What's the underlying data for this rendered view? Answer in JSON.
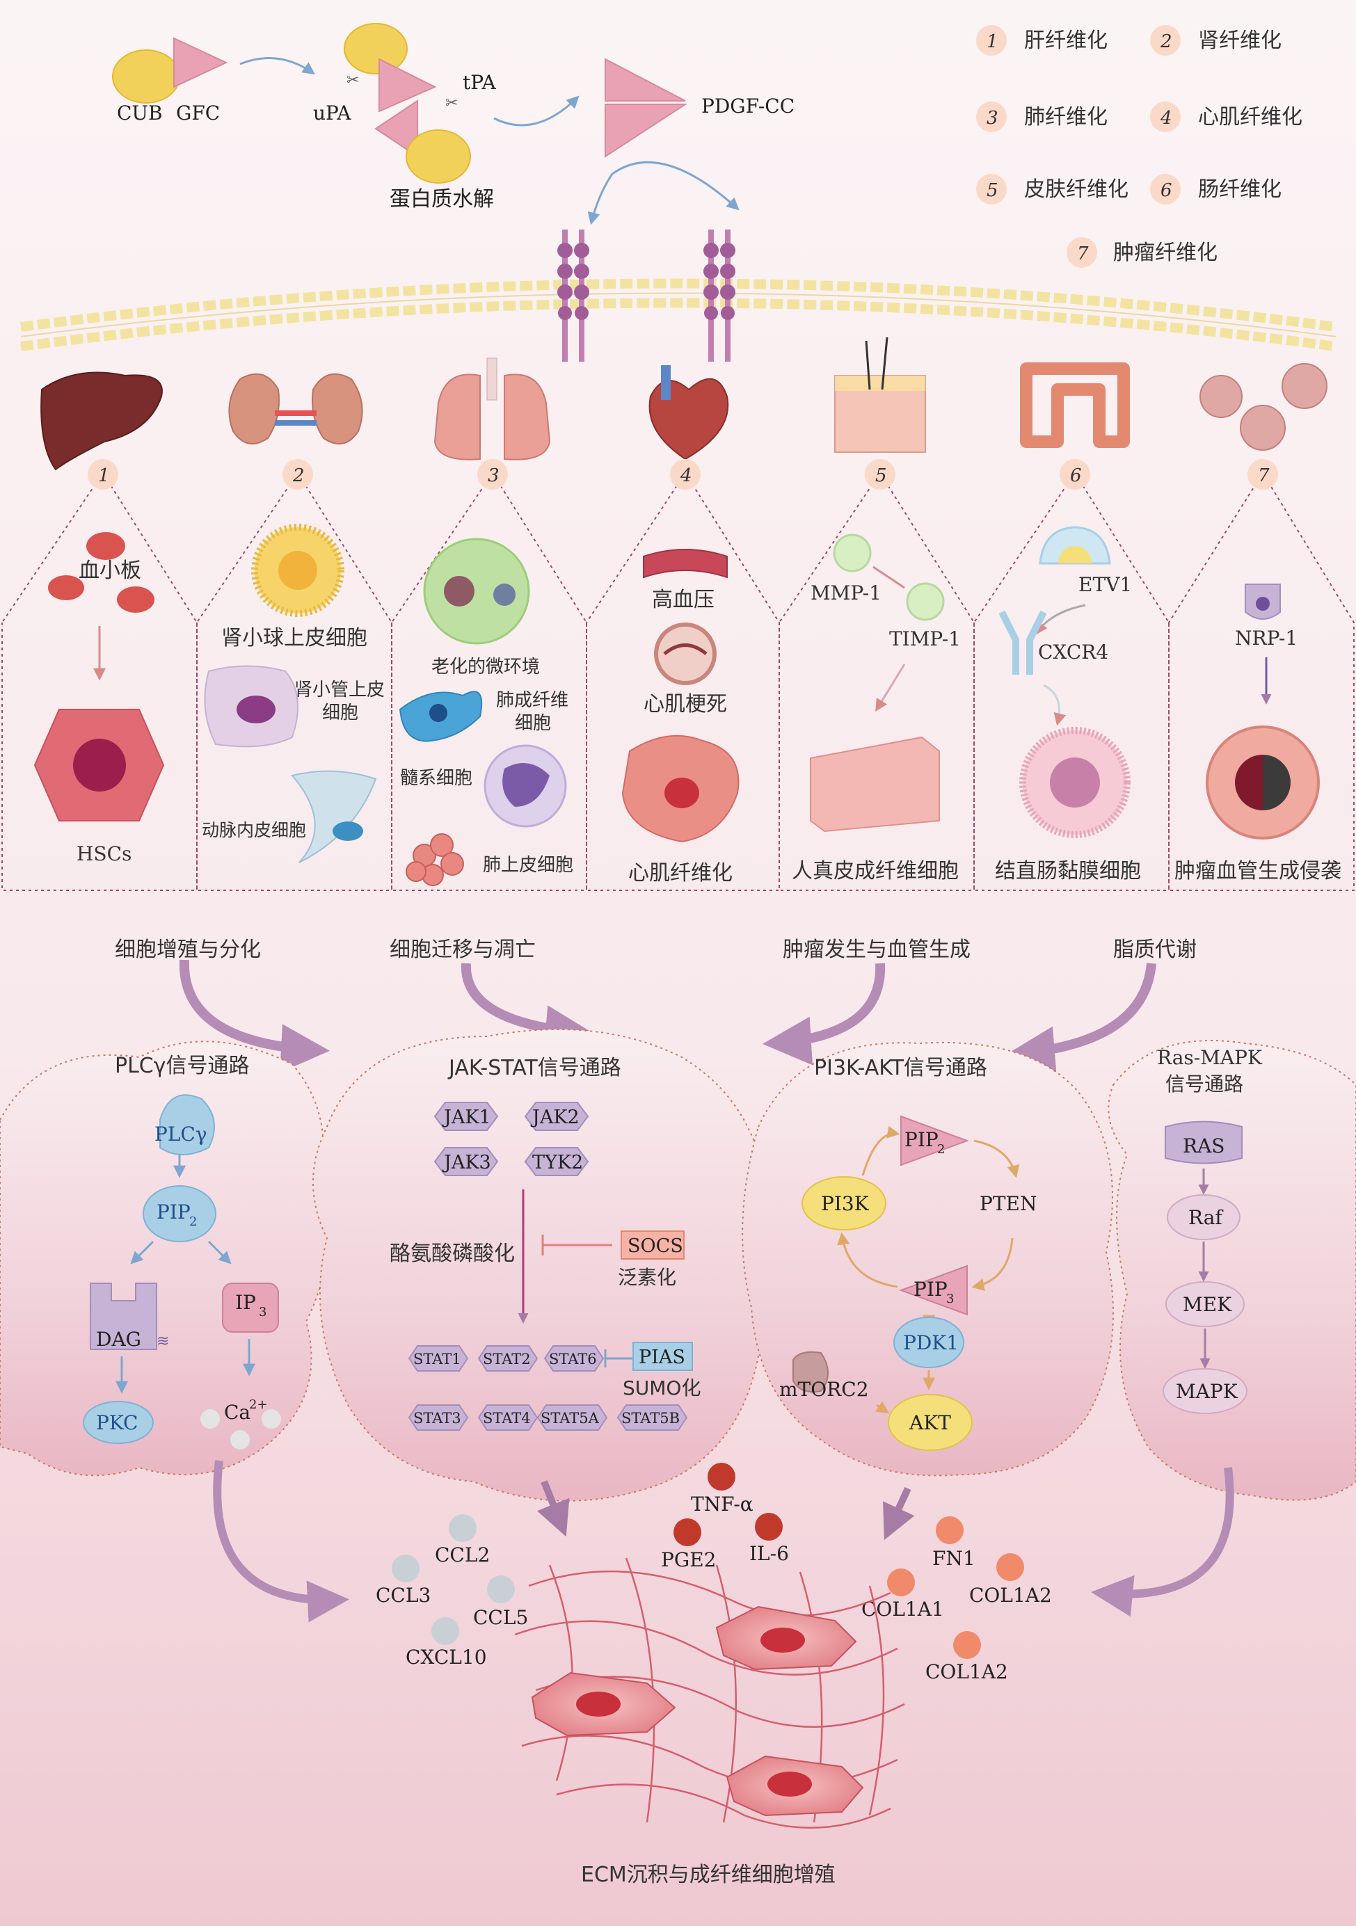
{
  "top": {
    "cub": "CUB",
    "gfc": "GFC",
    "upa": "uPA",
    "tpa": "tPA",
    "pdgf_cc": "PDGF-CC",
    "proteolysis": "蛋白质水解"
  },
  "legend": [
    {
      "num": "1",
      "label": "肝纤维化"
    },
    {
      "num": "2",
      "label": "肾纤维化"
    },
    {
      "num": "3",
      "label": "肺纤维化"
    },
    {
      "num": "4",
      "label": "心肌纤维化"
    },
    {
      "num": "5",
      "label": "皮肤纤维化"
    },
    {
      "num": "6",
      "label": "肠纤维化"
    },
    {
      "num": "7",
      "label": "肿瘤纤维化"
    }
  ],
  "organs": {
    "liver": {
      "num": "1",
      "platelet": "血小板",
      "hscs": "HSCs"
    },
    "kidney": {
      "num": "2",
      "podocyte": "肾小球上皮细胞",
      "tubular_l1": "肾小管上皮",
      "tubular_l2": "细胞",
      "endothelial": "动脉内皮细胞"
    },
    "lung": {
      "num": "3",
      "aging": "老化的微环境",
      "fibro_l1": "肺成纤维",
      "fibro_l2": "细胞",
      "myeloid": "髓系细胞",
      "epithelial": "肺上皮细胞"
    },
    "heart": {
      "num": "4",
      "hypertension": "高血压",
      "infarction": "心肌梗死",
      "fibrosis": "心肌纤维化"
    },
    "skin": {
      "num": "5",
      "mmp1": "MMP-1",
      "timp1": "TIMP-1",
      "fibroblast": "人真皮成纤维细胞"
    },
    "gut": {
      "num": "6",
      "etv1": "ETV1",
      "cxcr4": "CXCR4",
      "mucosa": "结直肠黏膜细胞"
    },
    "tumor": {
      "num": "7",
      "nrp1": "NRP-1",
      "invasion": "肿瘤血管生成侵袭"
    }
  },
  "processes": {
    "proliferation": "细胞增殖与分化",
    "migration": "细胞迁移与凋亡",
    "tumorigenesis": "肿瘤发生与血管生成",
    "lipid": "脂质代谢"
  },
  "plcg": {
    "title": "PLCγ信号通路",
    "plcg": "PLCγ",
    "pip2": "PIP",
    "pip2_sub": "2",
    "ip3": "IP",
    "ip3_sub": "3",
    "dag": "DAG",
    "pkc": "PKC",
    "ca": "Ca",
    "ca_sup": "2+"
  },
  "jak": {
    "title": "JAK-STAT信号通路",
    "jaks": [
      "JAK1",
      "JAK2",
      "JAK3",
      "TYK2"
    ],
    "tyr": "酪氨酸磷酸化",
    "socs": "SOCS",
    "ubiq": "泛素化",
    "pias": "PIAS",
    "sumo": "SUMO化",
    "stats": [
      "STAT1",
      "STAT2",
      "STAT6",
      "STAT3",
      "STAT4",
      "STAT5A",
      "STAT5B"
    ]
  },
  "pi3k": {
    "title": "PI3K-AKT信号通路",
    "pip2": "PIP",
    "pip2_sub": "2",
    "pi3k": "PI3K",
    "pten": "PTEN",
    "pip3": "PIP",
    "pip3_sub": "3",
    "pdk1": "PDK1",
    "mtorc2": "mTORC2",
    "akt": "AKT"
  },
  "ras": {
    "title_l1": "Ras-MAPK",
    "title_l2": "信号通路",
    "items": [
      "RAS",
      "Raf",
      "MEK",
      "MAPK"
    ]
  },
  "bottom": {
    "ccl2": "CCL2",
    "ccl3": "CCL3",
    "ccl5": "CCL5",
    "cxcl10": "CXCL10",
    "tnfa": "TNF-α",
    "pge2": "PGE2",
    "il6": "IL-6",
    "fn1": "FN1",
    "col1a1": "COL1A1",
    "col1a2_a": "COL1A2",
    "col1a2_b": "COL1A2",
    "caption": "ECM沉积与成纤维细胞增殖"
  },
  "colors": {
    "background_top": "#fbf3f4",
    "background_bottom": "#eec7d0",
    "arrow_blue": "#7ea6cf",
    "arrow_purple": "#a67ba5",
    "purple_box": "#c7b3d6",
    "blue_box": "#a9cfe6",
    "yellow_node": "#f5df7a",
    "pink_node": "#e8a5b8",
    "red_dot": "#c0392b",
    "orange_dot": "#f08a6a",
    "grey_dot": "#c9d0d5"
  }
}
